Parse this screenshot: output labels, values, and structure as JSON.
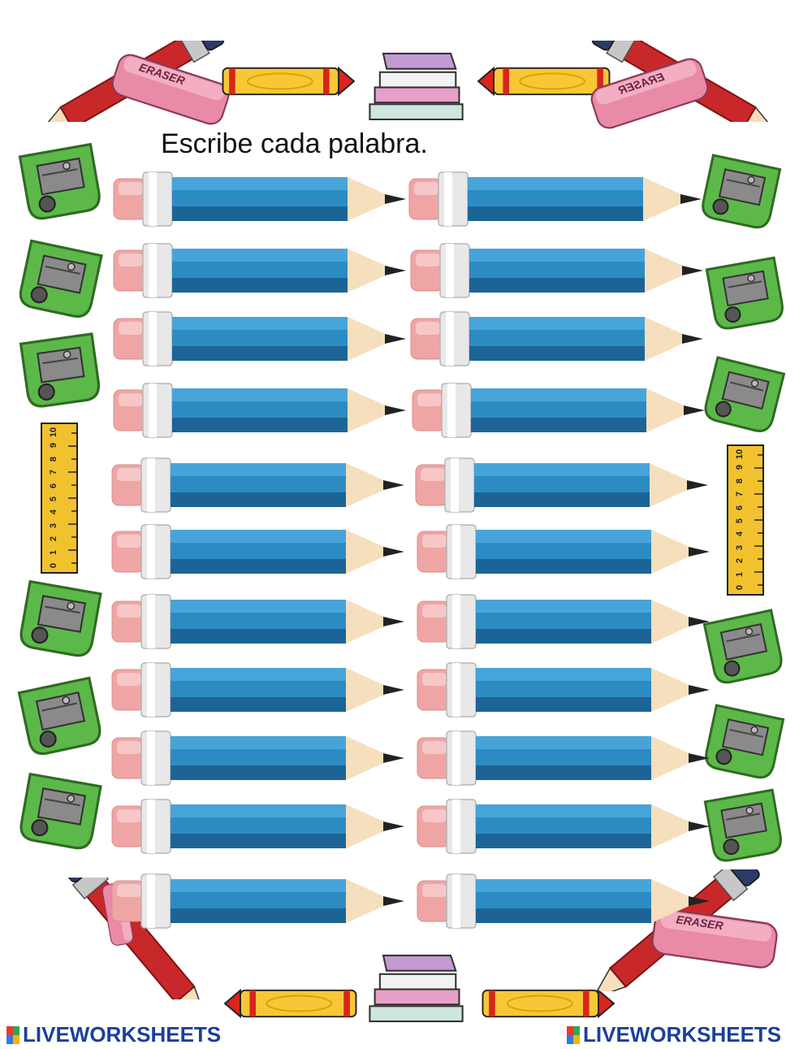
{
  "worksheet": {
    "instruction": "Escribe cada palabra.",
    "answer_slots": [
      {
        "value": ""
      },
      {
        "value": ""
      },
      {
        "value": ""
      },
      {
        "value": ""
      },
      {
        "value": ""
      },
      {
        "value": ""
      },
      {
        "value": ""
      },
      {
        "value": ""
      },
      {
        "value": ""
      },
      {
        "value": ""
      },
      {
        "value": ""
      },
      {
        "value": ""
      },
      {
        "value": ""
      },
      {
        "value": ""
      },
      {
        "value": ""
      },
      {
        "value": ""
      },
      {
        "value": ""
      },
      {
        "value": ""
      },
      {
        "value": ""
      },
      {
        "value": ""
      },
      {
        "value": ""
      },
      {
        "value": ""
      }
    ]
  },
  "decorations": {
    "eraser_label": "ERASER",
    "ruler_numbers": [
      "0",
      "1",
      "2",
      "3",
      "4",
      "5",
      "6",
      "7",
      "8",
      "9",
      "10"
    ]
  },
  "branding": {
    "left_logo_text": "LIVEWORKSHEETS",
    "right_logo_text": "LIVEWORKSHEETS",
    "brand_color": "#1b3f9b"
  },
  "colors": {
    "pencil_blue": "#2d8bc4",
    "pencil_blue_dark": "#1d6496",
    "eraser_pink": "#f0a5a5",
    "wood": "#f5dfbd",
    "sharpener_green": "#5db84a",
    "crayon_yellow": "#f7c737",
    "ruler_yellow": "#f2c22e"
  }
}
